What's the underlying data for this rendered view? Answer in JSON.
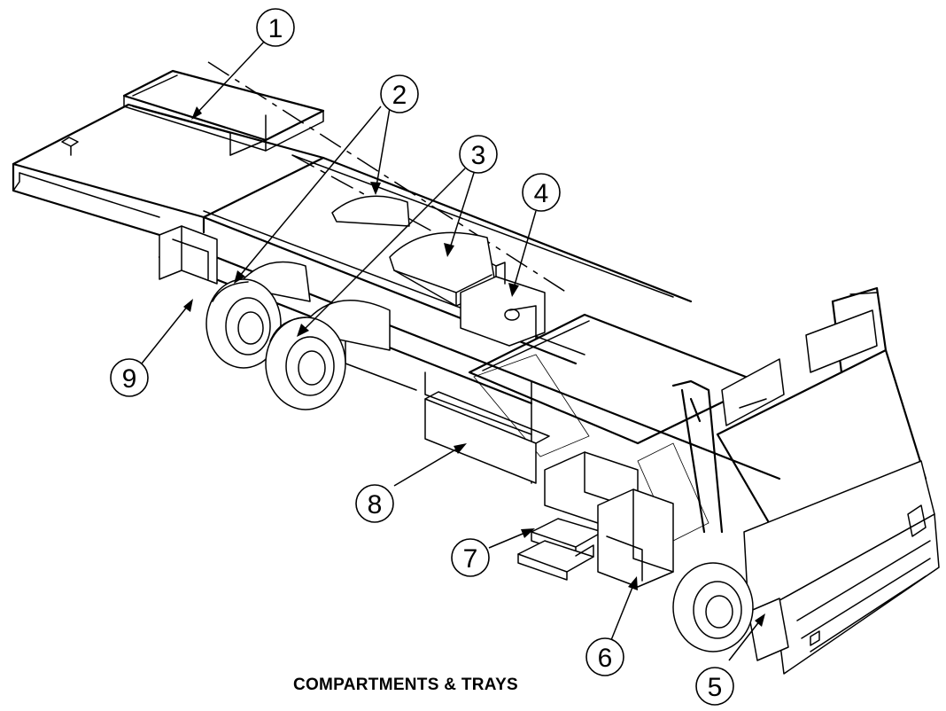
{
  "diagram": {
    "caption": "COMPARTMENTS & TRAYS",
    "callouts": [
      {
        "id": "1",
        "label": "1"
      },
      {
        "id": "2",
        "label": "2"
      },
      {
        "id": "3",
        "label": "3"
      },
      {
        "id": "4",
        "label": "4"
      },
      {
        "id": "5",
        "label": "5"
      },
      {
        "id": "6",
        "label": "6"
      },
      {
        "id": "7",
        "label": "7"
      },
      {
        "id": "8",
        "label": "8"
      },
      {
        "id": "9",
        "label": "9"
      }
    ]
  }
}
